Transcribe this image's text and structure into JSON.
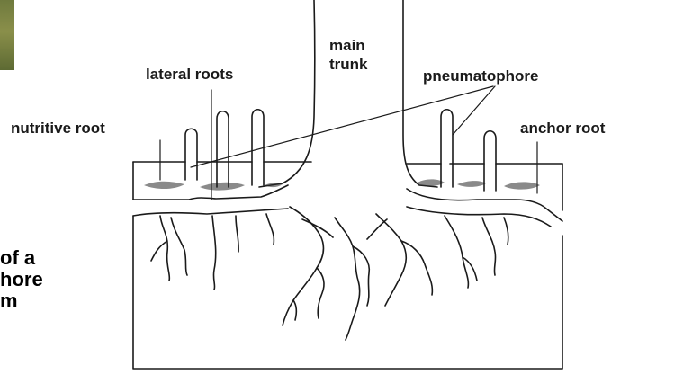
{
  "caption": {
    "line1": "of a",
    "line2": "hore",
    "line3": "m"
  },
  "labels": {
    "main_trunk_line1": "main",
    "main_trunk_line2": "trunk",
    "lateral_roots": "lateral roots",
    "pneumatophore": "pneumatophore",
    "nutritive_root": "nutritive root",
    "anchor_root": "anchor root"
  },
  "colors": {
    "ink": "#1a1a1a",
    "background": "#ffffff",
    "thumbnail": "#6f7a3e"
  }
}
